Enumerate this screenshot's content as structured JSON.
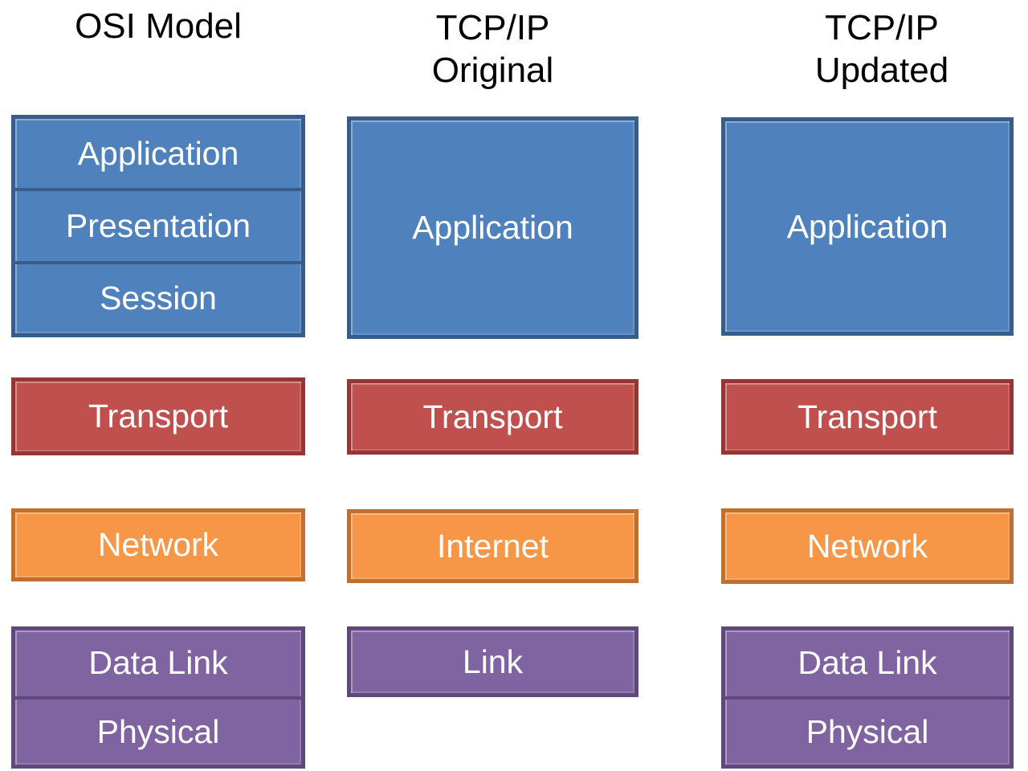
{
  "columns": [
    {
      "title_lines": [
        "OSI Model"
      ],
      "groups": [
        {
          "name": "upper",
          "color": "blue",
          "layers": [
            "Application",
            "Presentation",
            "Session"
          ]
        },
        {
          "name": "transport",
          "color": "red",
          "layers": [
            "Transport"
          ]
        },
        {
          "name": "network",
          "color": "orange",
          "layers": [
            "Network"
          ]
        },
        {
          "name": "lower",
          "color": "purple",
          "layers": [
            "Data Link",
            "Physical"
          ]
        }
      ]
    },
    {
      "title_lines": [
        "TCP/IP",
        "Original"
      ],
      "groups": [
        {
          "name": "upper",
          "color": "blue",
          "layers": [
            "Application"
          ]
        },
        {
          "name": "transport",
          "color": "red",
          "layers": [
            "Transport"
          ]
        },
        {
          "name": "network",
          "color": "orange",
          "layers": [
            "Internet"
          ]
        },
        {
          "name": "lower",
          "color": "purple",
          "layers": [
            "Link"
          ]
        }
      ]
    },
    {
      "title_lines": [
        "TCP/IP",
        "Updated"
      ],
      "groups": [
        {
          "name": "upper",
          "color": "blue",
          "layers": [
            "Application"
          ]
        },
        {
          "name": "transport",
          "color": "red",
          "layers": [
            "Transport"
          ]
        },
        {
          "name": "network",
          "color": "orange",
          "layers": [
            "Network"
          ]
        },
        {
          "name": "lower",
          "color": "purple",
          "layers": [
            "Data Link",
            "Physical"
          ]
        }
      ]
    }
  ],
  "palette": {
    "blue": {
      "fill": "#4f81bd",
      "border": "#385d8a"
    },
    "red": {
      "fill": "#c0504d",
      "border": "#943634"
    },
    "orange": {
      "fill": "#f79646",
      "border": "#bf7031"
    },
    "purple": {
      "fill": "#8064a2",
      "border": "#5f497a"
    },
    "label_text": "#ffffff",
    "title_text": "#000000",
    "background": "#ffffff"
  }
}
